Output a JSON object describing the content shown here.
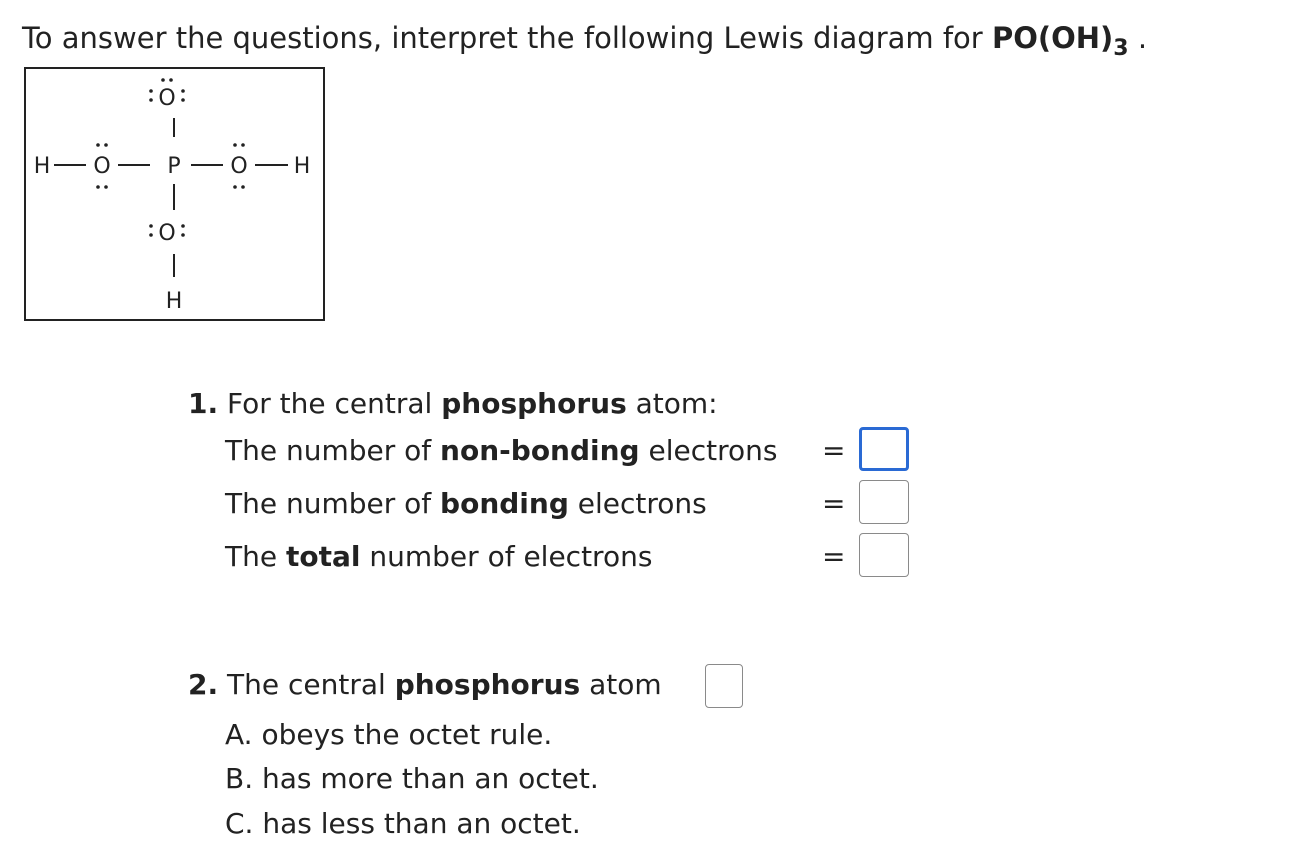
{
  "intro": {
    "prefix": "To answer the questions, interpret the following Lewis diagram for ",
    "formula_main": "PO(OH)",
    "formula_sub": "3",
    "suffix": " ."
  },
  "diagram": {
    "atoms": {
      "top_o": "O",
      "left_h": "H",
      "left_o": "O",
      "center_p": "P",
      "right_o": "O",
      "right_h": "H",
      "bottom_o": "O",
      "bottom_h": "H"
    }
  },
  "q1": {
    "number": "1.",
    "prefix": " For the central ",
    "bold": "phosphorus",
    "suffix": " atom:",
    "rows": [
      {
        "pre": "The number of ",
        "bold": "non-bonding",
        "post": " electrons",
        "eq": "=",
        "value": ""
      },
      {
        "pre": "The number of ",
        "bold": "bonding",
        "post": " electrons",
        "eq": "=",
        "value": ""
      },
      {
        "pre": "The ",
        "bold": "total",
        "post": " number of electrons",
        "eq": "=",
        "value": ""
      }
    ]
  },
  "q2": {
    "number": "2.",
    "prefix": " The central ",
    "bold": "phosphorus",
    "suffix": " atom",
    "value": "",
    "options": [
      "A. obeys the octet rule.",
      "B. has more than an octet.",
      "C. has less than an octet."
    ]
  },
  "colors": {
    "text": "#222222",
    "active_border": "#2a6ad4",
    "box_border": "#8a8a8a"
  }
}
